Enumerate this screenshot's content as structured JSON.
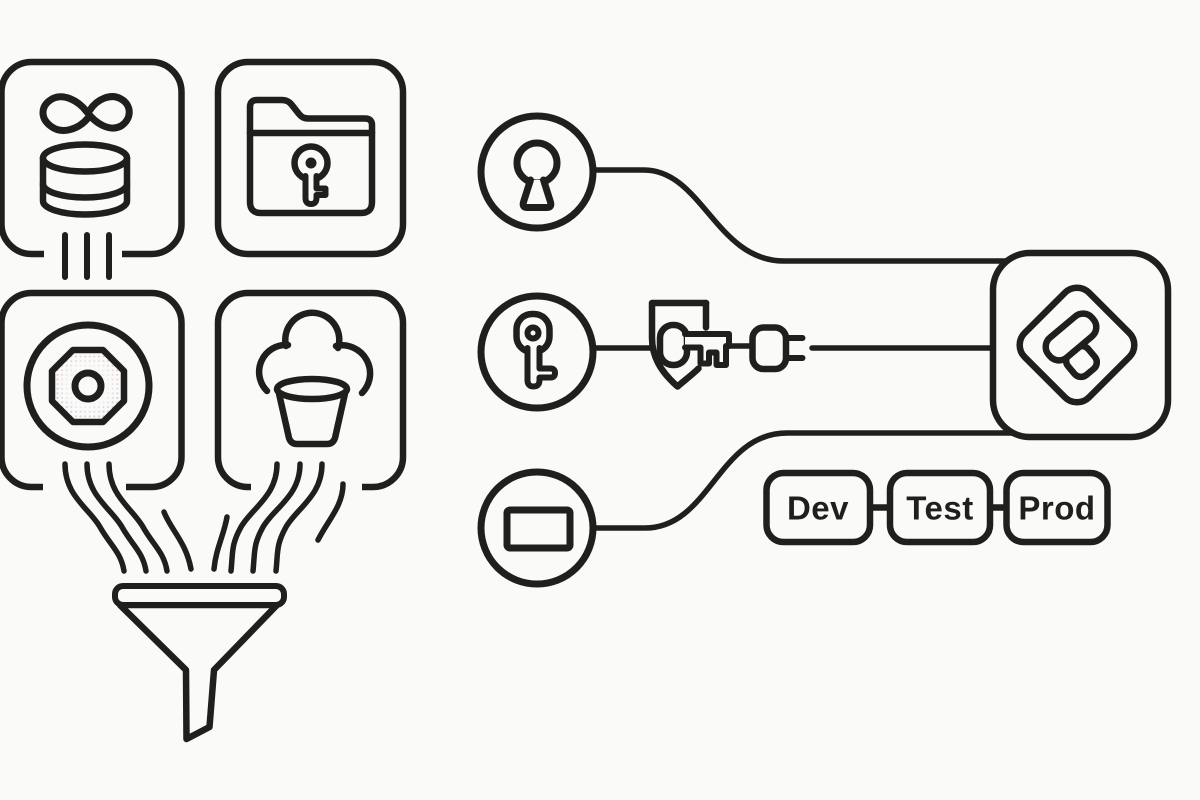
{
  "canvas": {
    "background": "#fafaf8",
    "ink": "#1f1f1d",
    "halftone_pink": "#c68fa0",
    "halftone_violet": "#8f8cc4"
  },
  "left_diagram": {
    "source_cards": [
      {
        "icon": "infinity-database-icon"
      },
      {
        "icon": "folder-key-icon"
      },
      {
        "icon": "shutter-octagon-icon"
      },
      {
        "icon": "cloud-bucket-icon"
      }
    ],
    "funnel": {
      "icon": "funnel-icon"
    }
  },
  "right_diagram": {
    "input_nodes": [
      {
        "icon": "keyhole-icon"
      },
      {
        "icon": "key-icon"
      },
      {
        "icon": "card-icon"
      }
    ],
    "inline_icons": [
      "shield-key-icon",
      "plug-icon"
    ],
    "target": {
      "icon": "diamond-logo-icon"
    },
    "env_boxes": [
      {
        "label": "Dev"
      },
      {
        "label": "Test"
      },
      {
        "label": "Prod"
      }
    ]
  }
}
